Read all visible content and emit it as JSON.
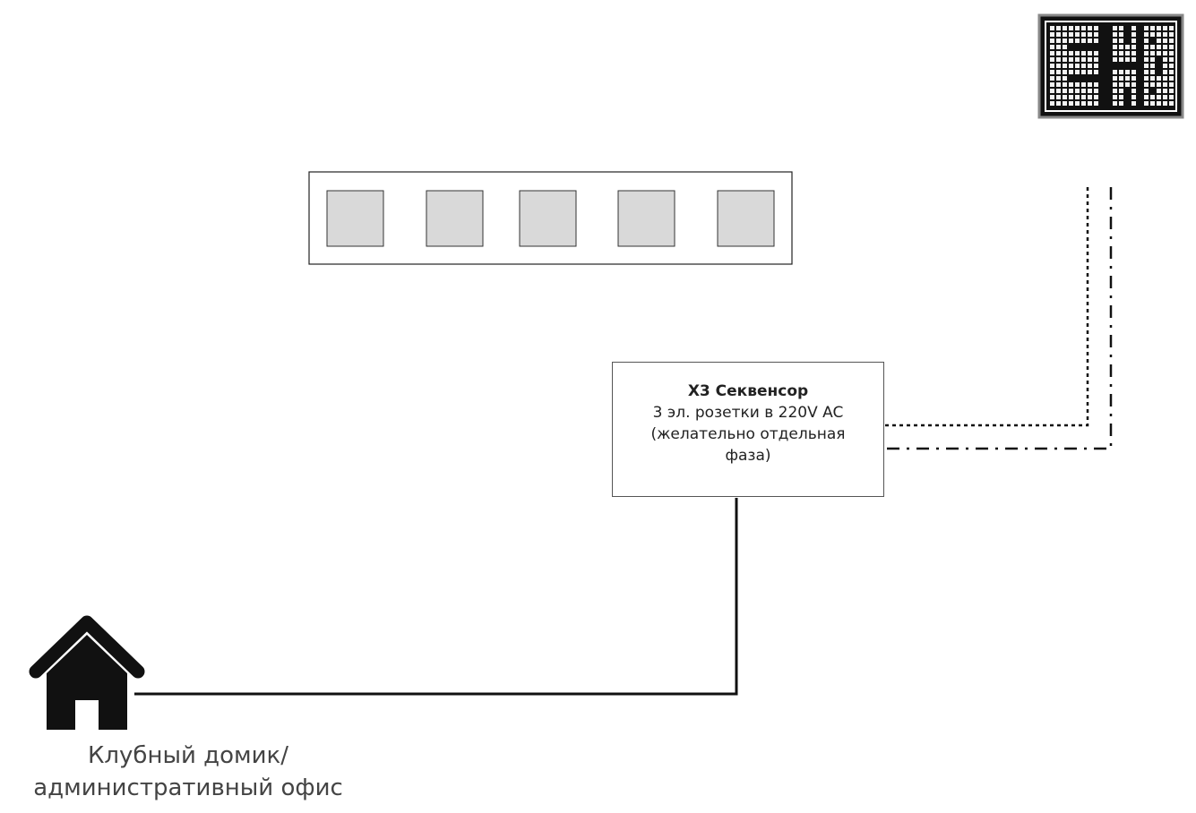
{
  "sequencer": {
    "title": "X3 Секвенсор",
    "line1": "3 эл. розетки в 220V AC",
    "line2": "(желательно отдельная фаза)"
  },
  "clubhouse": {
    "line1": "Клубный домик/",
    "line2": "административный офис"
  },
  "icons": {
    "scoreboard": "led-scoreboard-icon",
    "house": "house-icon"
  },
  "button_panel": {
    "button_count": 5,
    "button_color": "#d9d9d9"
  }
}
